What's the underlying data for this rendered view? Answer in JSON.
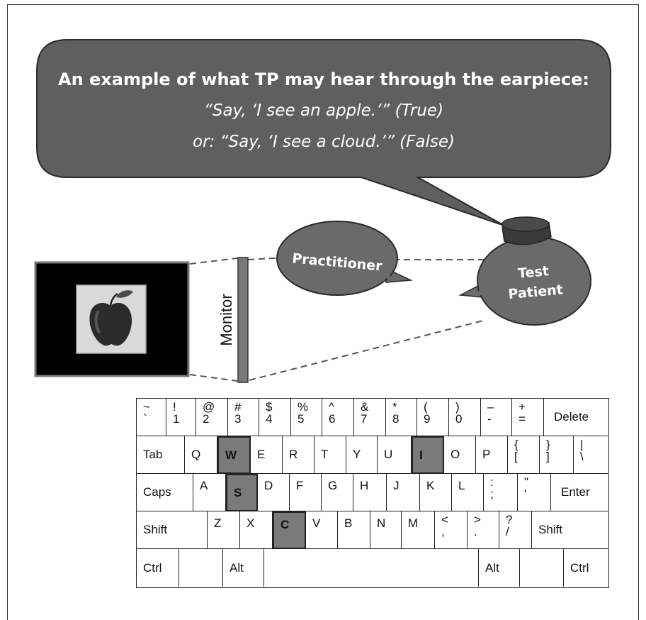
{
  "bubble": {
    "line1": "An example of what TP may hear through the earpiece:",
    "line2": "“Say, ‘I see an apple.’” (True)",
    "line3": "or:  “Say, ‘I see a cloud.’” (False)"
  },
  "labels": {
    "practitioner": "Practitioner",
    "test_patient_1": "Test",
    "test_patient_2": "Patient",
    "monitor": "Monitor"
  },
  "colors": {
    "bubble_fill": "#5f5f5f",
    "key_highlight": "#7a7a7a"
  },
  "keyboard": {
    "row1": [
      "~",
      "`",
      "!",
      "1",
      "@",
      "2",
      "#",
      "3",
      "$",
      "4",
      "%",
      "5",
      "^",
      "6",
      "&",
      "7",
      "*",
      "8",
      "(",
      "9",
      ")",
      "0",
      "–",
      "-",
      "+",
      "=",
      "Delete"
    ],
    "row2": [
      "Tab",
      "Q",
      "W",
      "E",
      "R",
      "T",
      "Y",
      "U",
      "I",
      "O",
      "P",
      "{",
      "[",
      "}",
      "]",
      "|",
      "\\"
    ],
    "row3": [
      "Caps",
      "A",
      "S",
      "D",
      "F",
      "G",
      "H",
      "J",
      "K",
      "L",
      ":",
      ";",
      "\"",
      "'",
      "Enter"
    ],
    "row4": [
      "Shift",
      "Z",
      "X",
      "C",
      "V",
      "B",
      "N",
      "M",
      "<",
      ",",
      ">",
      ".",
      "?",
      "/",
      "Shift"
    ],
    "row5": [
      "Ctrl",
      "Alt",
      "Alt",
      "Ctrl"
    ],
    "highlighted_keys": [
      "W",
      "I",
      "S",
      "C"
    ]
  }
}
